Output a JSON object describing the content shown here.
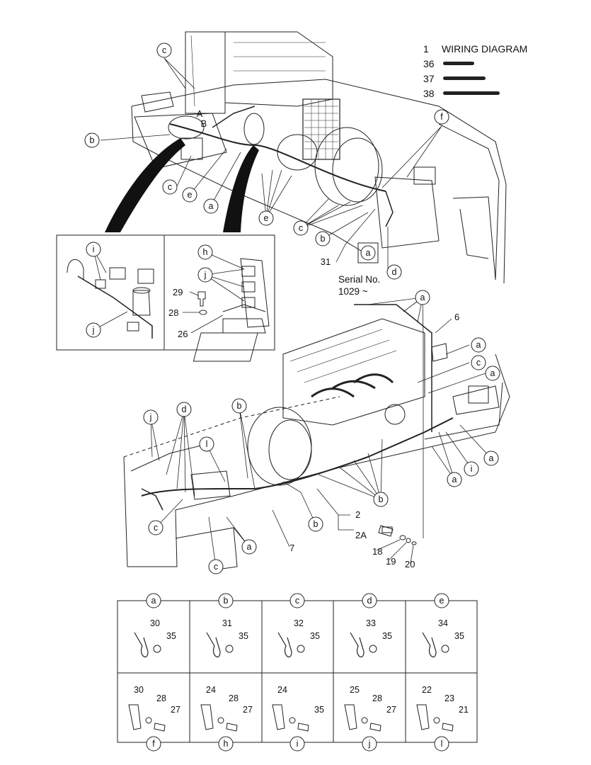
{
  "legend": {
    "items": [
      {
        "num": "1",
        "text": "WIRING DIAGRAM"
      },
      {
        "num": "36",
        "text": ""
      },
      {
        "num": "37",
        "text": ""
      },
      {
        "num": "38",
        "text": ""
      }
    ]
  },
  "serial": {
    "line1": "Serial No.",
    "line2": "1029 ~"
  },
  "top_callouts": [
    "c",
    "A",
    "B",
    "b",
    "c",
    "e",
    "a",
    "e",
    "c",
    "b",
    "f",
    "a",
    "d",
    "31"
  ],
  "inset_labels": [
    "i",
    "h",
    "j",
    "29",
    "28",
    "26",
    "j"
  ],
  "bottom_callouts": [
    "a",
    "6",
    "a",
    "c",
    "a",
    "j",
    "d",
    "b",
    "l",
    "c",
    "a",
    "c",
    "7",
    "b",
    "b",
    "2",
    "2A",
    "18",
    "19",
    "20",
    "i",
    "a",
    "a"
  ],
  "clip_table": {
    "top_row": [
      {
        "letter": "a",
        "clip": "30",
        "nut": "35"
      },
      {
        "letter": "b",
        "clip": "31",
        "nut": "35"
      },
      {
        "letter": "c",
        "clip": "32",
        "nut": "35"
      },
      {
        "letter": "d",
        "clip": "33",
        "nut": "35"
      },
      {
        "letter": "e",
        "clip": "34",
        "nut": "35"
      }
    ],
    "bottom_row": [
      {
        "letter": "f",
        "p1": "30",
        "p2": "28",
        "p3": "27"
      },
      {
        "letter": "h",
        "p1": "24",
        "p2": "28",
        "p3": "27"
      },
      {
        "letter": "i",
        "p1": "24",
        "p2": "",
        "p3": "35"
      },
      {
        "letter": "j",
        "p1": "25",
        "p2": "28",
        "p3": "27"
      },
      {
        "letter": "l",
        "p1": "22",
        "p2": "23",
        "p3": "21"
      }
    ]
  }
}
